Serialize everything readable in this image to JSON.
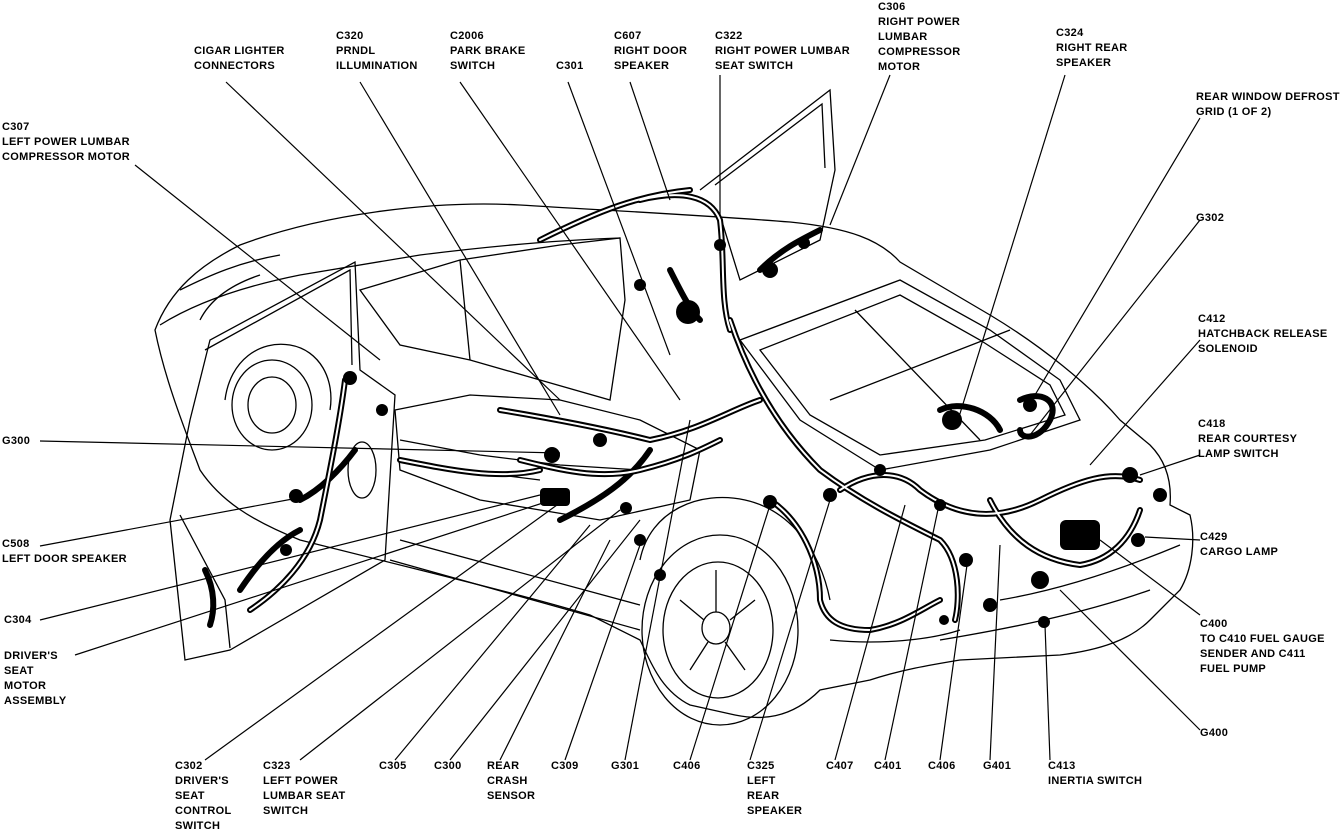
{
  "labels": {
    "cigar_lighter": [
      "CIGAR LIGHTER",
      "CONNECTORS"
    ],
    "c320": [
      "C320",
      "PRNDL",
      "ILLUMINATION"
    ],
    "c2006": [
      "C2006",
      "PARK BRAKE",
      "SWITCH"
    ],
    "c301": [
      "C301"
    ],
    "c607": [
      "C607",
      "RIGHT DOOR",
      "SPEAKER"
    ],
    "c322": [
      "C322",
      "RIGHT POWER LUMBAR",
      "SEAT SWITCH"
    ],
    "c306": [
      "C306",
      "RIGHT POWER",
      "LUMBAR",
      "COMPRESSOR",
      "MOTOR"
    ],
    "c324": [
      "C324",
      "RIGHT REAR",
      "SPEAKER"
    ],
    "rear_defrost": [
      "REAR WINDOW DEFROST",
      "GRID (1 OF 2)"
    ],
    "c307": [
      "C307",
      "LEFT POWER LUMBAR",
      "COMPRESSOR MOTOR"
    ],
    "g302": [
      "G302"
    ],
    "c412": [
      "C412",
      "HATCHBACK RELEASE",
      "SOLENOID"
    ],
    "g300": [
      "G300"
    ],
    "c418": [
      "C418",
      "REAR COURTESY",
      "LAMP SWITCH"
    ],
    "c508": [
      "C508",
      "LEFT DOOR SPEAKER"
    ],
    "c429": [
      "C429",
      "CARGO LAMP"
    ],
    "c304": [
      "C304"
    ],
    "drivers_seat_motor": [
      "DRIVER'S",
      "SEAT",
      "MOTOR",
      "ASSEMBLY"
    ],
    "c400": [
      "C400",
      "TO C410 FUEL GAUGE",
      "SENDER AND C411",
      "FUEL PUMP"
    ],
    "g400": [
      "G400"
    ],
    "c302": [
      "C302",
      "DRIVER'S",
      "SEAT",
      "CONTROL",
      "SWITCH"
    ],
    "c323": [
      "C323",
      "LEFT POWER",
      "LUMBAR SEAT",
      "SWITCH"
    ],
    "c305": [
      "C305"
    ],
    "c300": [
      "C300"
    ],
    "rear_crash": [
      "REAR",
      "CRASH",
      "SENSOR"
    ],
    "c309": [
      "C309"
    ],
    "g301": [
      "G301"
    ],
    "c406a": [
      "C406"
    ],
    "c325": [
      "C325",
      "LEFT",
      "REAR",
      "SPEAKER"
    ],
    "c407": [
      "C407"
    ],
    "c401": [
      "C401"
    ],
    "c406b": [
      "C406"
    ],
    "g401": [
      "G401"
    ],
    "c413": [
      "C413",
      "INERTIA SWITCH"
    ]
  }
}
